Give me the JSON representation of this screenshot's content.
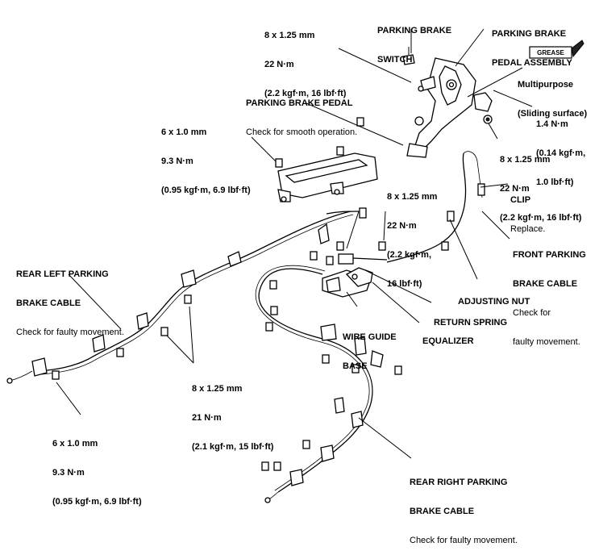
{
  "labels": {
    "switch_torque": {
      "line1": "8 x 1.25 mm",
      "line2": "22 N·m",
      "line3": "(2.2 kgf·m, 16 lbf·ft)"
    },
    "pb_switch": {
      "line1": "PARKING BRAKE",
      "line2": "SWITCH"
    },
    "pb_pedal_assembly": {
      "line1": "PARKING BRAKE",
      "line2": "PEDAL ASSEMBLY"
    },
    "grease": {
      "tag": "GREASE",
      "line1": "Multipurpose",
      "line2": "(Sliding surface)"
    },
    "pb_pedal": {
      "title": "PARKING BRAKE PEDAL",
      "note": "Check for smooth operation."
    },
    "small_torque": {
      "line1": "1.4 N·m",
      "line2": "(0.14 kgf·m,",
      "line3": "1.0 lbf·ft)"
    },
    "pedal_bolt_torque": {
      "line1": "8 x 1.25 mm",
      "line2": "22 N·m",
      "line3": "(2.2 kgf·m, 16 lbf·ft)"
    },
    "cover_torque": {
      "line1": "6 x 1.0 mm",
      "line2": "9.3 N·m",
      "line3": "(0.95 kgf·m, 6.9 lbf·ft)"
    },
    "clip": {
      "title": "CLIP",
      "note": "Replace."
    },
    "equalizer_torque": {
      "line1": "8 x 1.25 mm",
      "line2": "22 N·m",
      "line3": "(2.2 kgf·m,",
      "line4": "16 lbf·ft)"
    },
    "front_cable": {
      "line1": "FRONT PARKING",
      "line2": "BRAKE CABLE",
      "note1": "Check for",
      "note2": "faulty movement."
    },
    "rear_left_cable": {
      "line1": "REAR LEFT PARKING",
      "line2": "BRAKE CABLE",
      "note": "Check for faulty movement."
    },
    "adjusting_nut": "ADJUSTING NUT",
    "return_spring": "RETURN SPRING",
    "wire_guide_base": {
      "line1": "WIRE GUIDE",
      "line2": "BASE"
    },
    "equalizer": "EQUALIZER",
    "lower_torque": {
      "line1": "8 x 1.25 mm",
      "line2": "21 N·m",
      "line3": "(2.1 kgf·m, 15 lbf·ft)"
    },
    "bottom_left_torque": {
      "line1": "6 x 1.0 mm",
      "line2": "9.3 N·m",
      "line3": "(0.95 kgf·m, 6.9 lbf·ft)"
    },
    "rear_right_cable": {
      "line1": "REAR RIGHT PARKING",
      "line2": "BRAKE CABLE",
      "note": "Check for faulty movement."
    }
  }
}
